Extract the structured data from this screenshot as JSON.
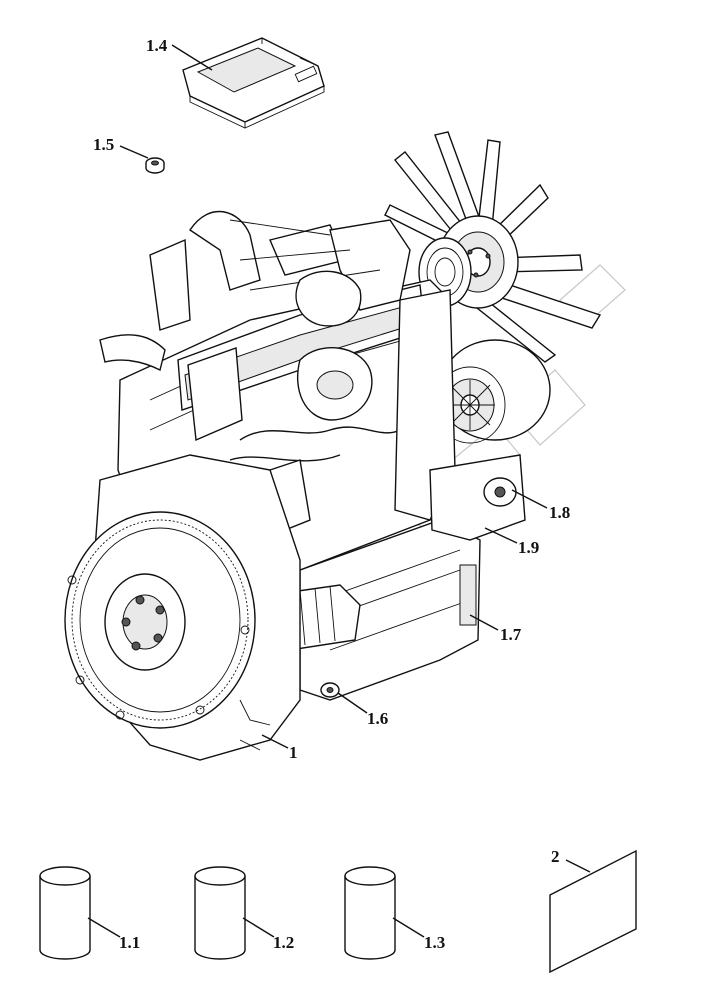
{
  "callouts": [
    {
      "id": "1.4",
      "label": "1.4"
    },
    {
      "id": "1.5",
      "label": "1.5"
    },
    {
      "id": "1.8",
      "label": "1.8"
    },
    {
      "id": "1.9",
      "label": "1.9"
    },
    {
      "id": "1.7",
      "label": "1.7"
    },
    {
      "id": "1.6",
      "label": "1.6"
    },
    {
      "id": "1",
      "label": "1"
    },
    {
      "id": "2",
      "label": "2"
    },
    {
      "id": "1.1",
      "label": "1.1"
    },
    {
      "id": "1.2",
      "label": "1.2"
    },
    {
      "id": "1.3",
      "label": "1.3"
    }
  ]
}
